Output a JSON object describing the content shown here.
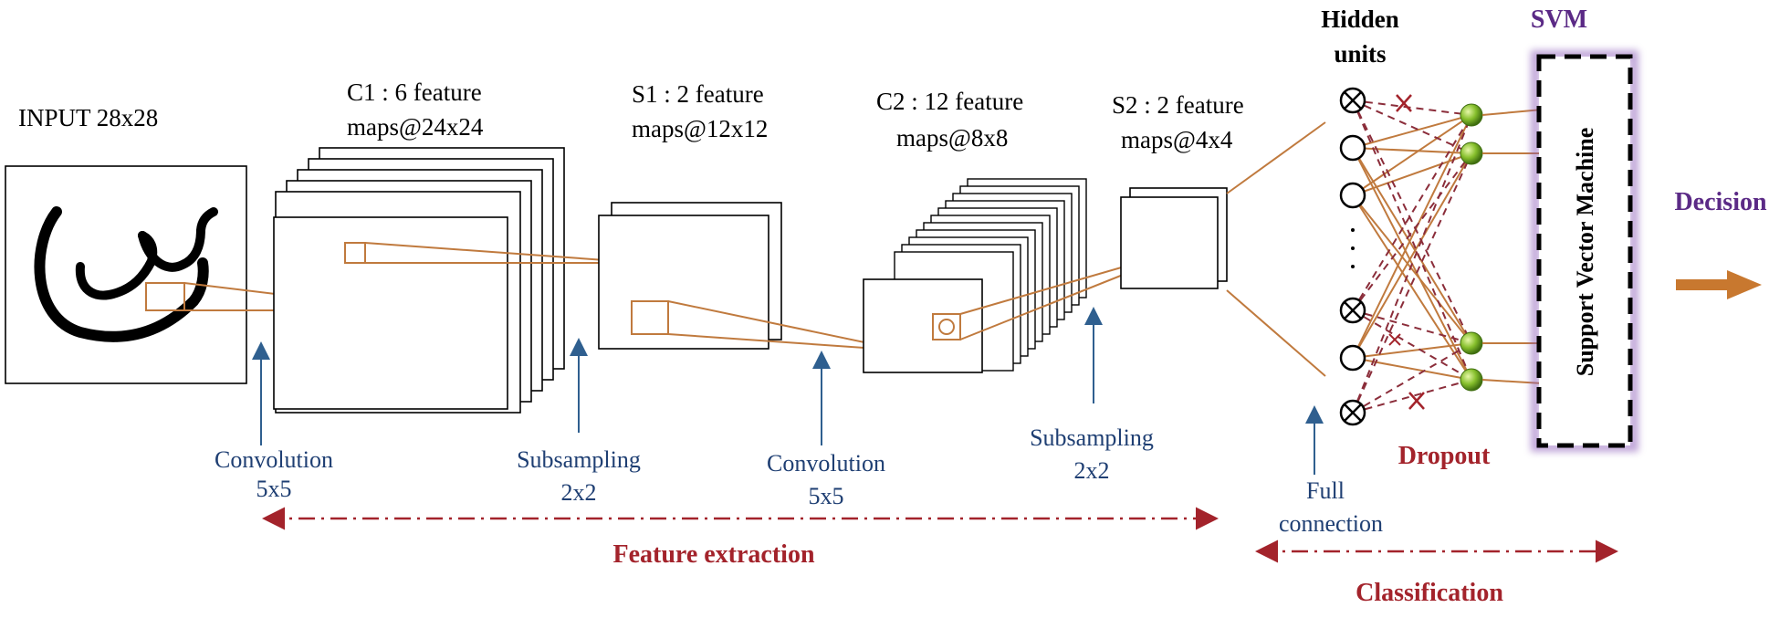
{
  "input": {
    "label": "INPUT 28x28",
    "glyph": "س"
  },
  "layers": {
    "c1": {
      "line1": "C1 : 6 feature",
      "line2": "maps@24x24"
    },
    "s1": {
      "line1": "S1 : 2 feature",
      "line2": "maps@12x12"
    },
    "c2": {
      "line1": "C2 : 12 feature",
      "line2": "maps@8x8"
    },
    "s2": {
      "line1": "S2 : 2 feature",
      "line2": "maps@4x4"
    }
  },
  "operations": {
    "conv1": {
      "line1": "Convolution",
      "line2": "5x5"
    },
    "sub1": {
      "line1": "Subsampling",
      "line2": "2x2"
    },
    "conv2": {
      "line1": "Convolution",
      "line2": "5x5"
    },
    "sub2": {
      "line1": "Subsampling",
      "line2": "2x2"
    },
    "full": {
      "line1": "Full",
      "line2": "connection"
    }
  },
  "hidden": {
    "line1": "Hidden",
    "line2": "units"
  },
  "dropout": "Dropout",
  "svm": {
    "title": "SVM",
    "box_label": "Support Vector Machine"
  },
  "decision": "Decision",
  "sections": {
    "feature_extraction": "Feature extraction",
    "classification": "Classification"
  },
  "colors": {
    "connector": "#c07a3e",
    "arrow_blue": "#2f5f8f",
    "label_blue": "#1f3f73",
    "section_red": "#a3232b",
    "svm_purple": "#5b2a86",
    "dropout_dash": "#8b2d3a",
    "node_green": "#7fb32a",
    "decision_arrow": "#c8782f"
  },
  "icons": {
    "dropped_node": "circle-x-icon",
    "active_node": "empty-circle-icon",
    "svm_node": "green-ball-icon",
    "dropped_link": "x-mark-icon"
  }
}
